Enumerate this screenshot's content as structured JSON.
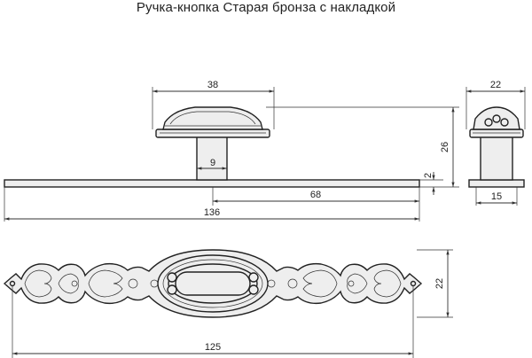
{
  "title": "Ручка-кнопка Старая бронза с накладкой",
  "dimensions": {
    "knob_width": "38",
    "knob_depth": "22",
    "height": "26",
    "stem_width": "9",
    "plate_thickness": "2",
    "center_offset": "68",
    "plate_length": "136",
    "stem_side_width": "15",
    "plate_height": "22",
    "hole_span": "125"
  }
}
